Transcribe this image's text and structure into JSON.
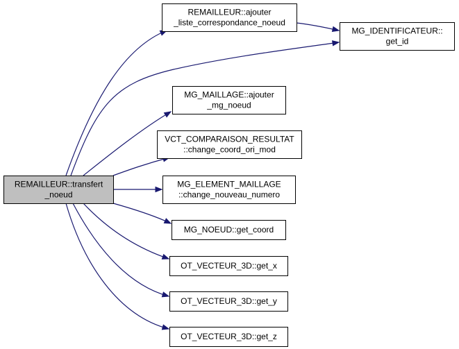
{
  "diagram": {
    "colors": {
      "edge": "#191970",
      "root_fill": "#bfbfbf",
      "node_fill": "#ffffff",
      "border": "#000000"
    },
    "nodes": [
      {
        "id": "root",
        "lines": [
          "REMAILLEUR::transfert",
          "_noeud"
        ],
        "root": true
      },
      {
        "id": "ajouter_liste",
        "lines": [
          "REMAILLEUR::ajouter",
          "_liste_correspondance_noeud"
        ]
      },
      {
        "id": "get_id",
        "lines": [
          "MG_IDENTIFICATEUR::",
          "get_id"
        ]
      },
      {
        "id": "ajouter_mg_noeud",
        "lines": [
          "MG_MAILLAGE::ajouter",
          "_mg_noeud"
        ]
      },
      {
        "id": "change_coord",
        "lines": [
          "VCT_COMPARAISON_RESULTAT",
          "::change_coord_ori_mod"
        ]
      },
      {
        "id": "change_numero",
        "lines": [
          "MG_ELEMENT_MAILLAGE",
          "::change_nouveau_numero"
        ]
      },
      {
        "id": "get_coord",
        "lines": [
          "MG_NOEUD::get_coord"
        ]
      },
      {
        "id": "get_x",
        "lines": [
          "OT_VECTEUR_3D::get_x"
        ]
      },
      {
        "id": "get_y",
        "lines": [
          "OT_VECTEUR_3D::get_y"
        ]
      },
      {
        "id": "get_z",
        "lines": [
          "OT_VECTEUR_3D::get_z"
        ]
      }
    ],
    "edges": [
      [
        "root",
        "ajouter_liste"
      ],
      [
        "root",
        "get_id"
      ],
      [
        "ajouter_liste",
        "get_id"
      ],
      [
        "root",
        "ajouter_mg_noeud"
      ],
      [
        "root",
        "change_coord"
      ],
      [
        "root",
        "change_numero"
      ],
      [
        "root",
        "get_coord"
      ],
      [
        "root",
        "get_x"
      ],
      [
        "root",
        "get_y"
      ],
      [
        "root",
        "get_z"
      ]
    ]
  }
}
